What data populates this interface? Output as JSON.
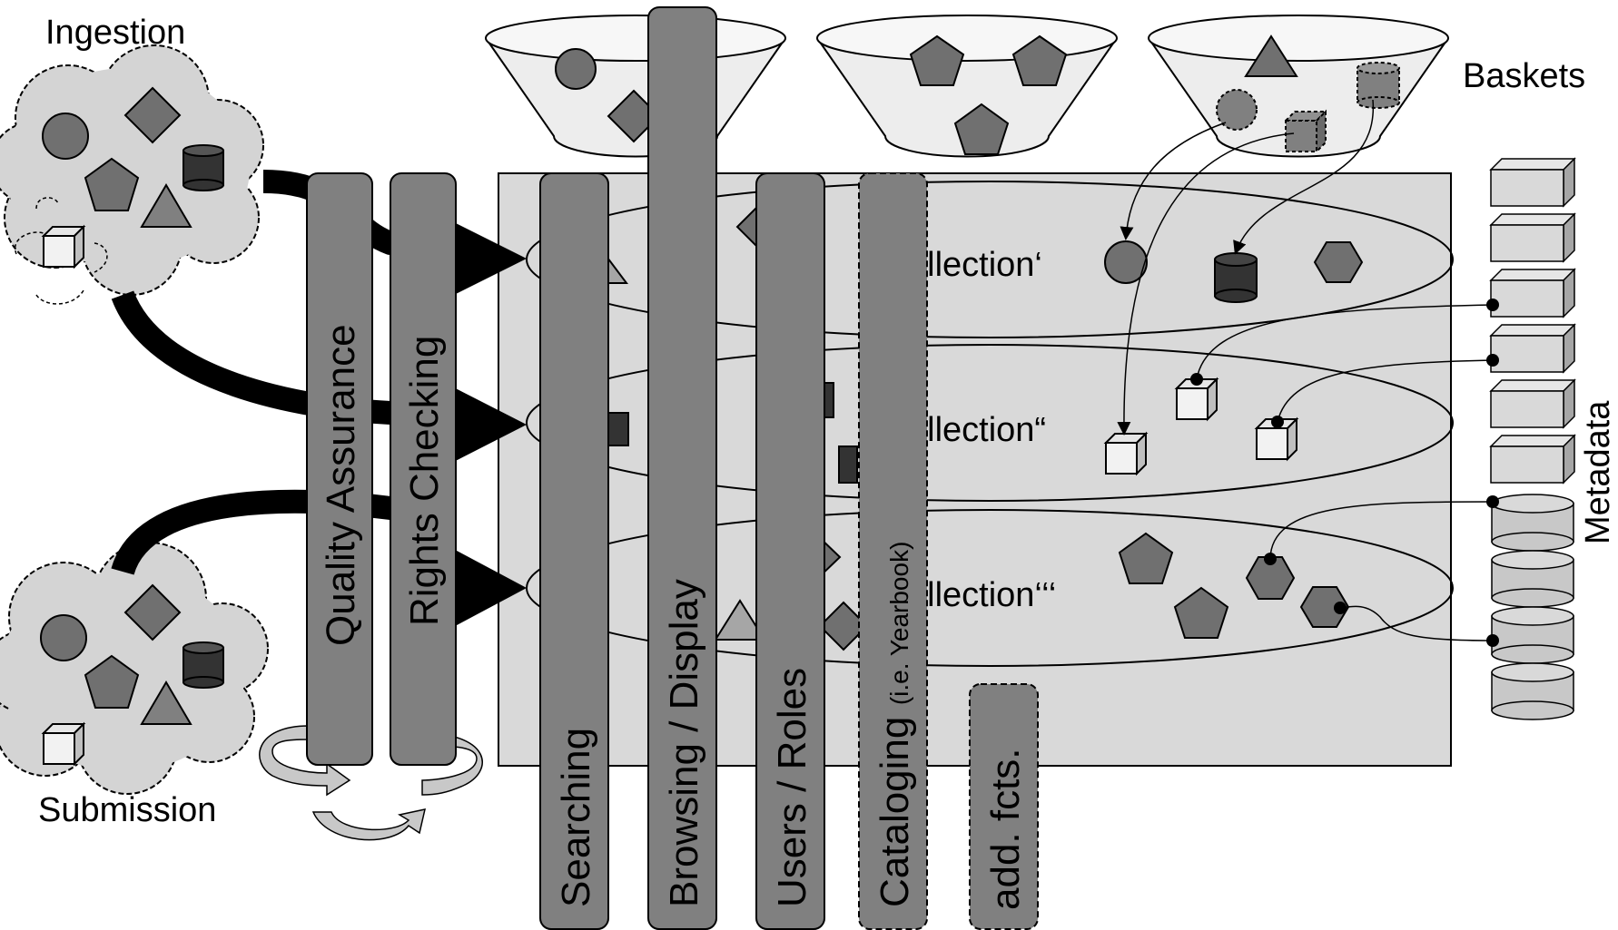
{
  "labels": {
    "ingestion": "Ingestion",
    "submission": "Submission",
    "baskets": "Baskets",
    "metadata": "Metadata"
  },
  "process_bars": {
    "quality_assurance": "Quality Assurance",
    "rights_checking": "Rights Checking"
  },
  "function_bars": {
    "searching": "Searching",
    "browsing": "Browsing / Display",
    "users_roles": "Users / Roles",
    "cataloging": "Cataloging",
    "cataloging_note": "(i.e. Yearbook)",
    "add_fcts": "add. fcts."
  },
  "collections": [
    {
      "label": "ollection‘"
    },
    {
      "label": "ollection“"
    },
    {
      "label": "ollection‘‘‘"
    }
  ],
  "colors": {
    "background": "#ffffff",
    "panel": "#d9d9d9",
    "bar": "#808080",
    "shape_mid": "#707070",
    "shape_dark": "#333333",
    "cloud": "#d4d4d4",
    "arrow": "#000000"
  },
  "icons": [
    "circle",
    "diamond",
    "pentagon",
    "triangle",
    "cylinder",
    "cube",
    "hexagon"
  ]
}
